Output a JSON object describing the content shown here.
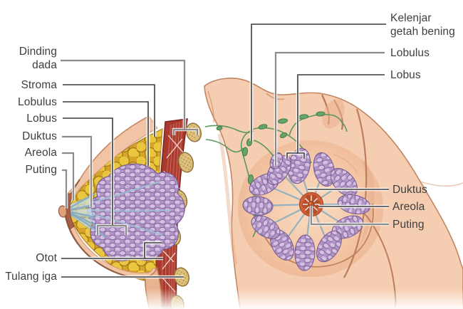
{
  "diagram": {
    "subject": "Anatomi payudara (breast anatomy diagram)",
    "language": "Indonesian",
    "left_view": {
      "name": "cross-section side view",
      "labels": {
        "dinding_dada": "Dinding\ndada",
        "stroma": "Stroma",
        "lobulus": "Lobulus",
        "lobus": "Lobus",
        "duktus": "Duktus",
        "areola": "Areola",
        "puting": "Puting",
        "otot": "Otot",
        "tulang_iga": "Tulang iga"
      }
    },
    "right_view": {
      "name": "front view with lymphatics",
      "labels": {
        "kelenjar_getah_bening": "Kelenjar\ngetah bening",
        "lobulus": "Lobulus",
        "lobus": "Lobus",
        "duktus": "Duktus",
        "areola": "Areola",
        "puting": "Puting"
      }
    },
    "colors": {
      "background": "#ffffff",
      "label_text": "#3e3e3e",
      "leader_gray": "#8c8c8c",
      "leader_dark": "#3c3c3c",
      "skin": "#f5cdb0",
      "fat_tissue": "#e9c33e",
      "glandular_tissue": "#cbb3d9",
      "muscle": "#a8392f",
      "rib": "#dfc07b",
      "duct": "#8fb0bf",
      "lymph": "#59985c",
      "areola": "#d2603a"
    }
  }
}
